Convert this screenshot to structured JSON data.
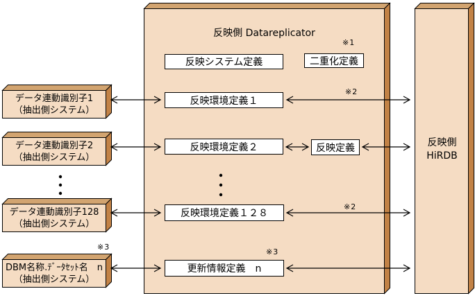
{
  "title": "反映側 Datareplicator",
  "source_boxes": [
    {
      "line1": "データ連動識別子1",
      "line2": "（抽出側システム）"
    },
    {
      "line1": "データ連動識別子2",
      "line2": "（抽出側システム）"
    },
    {
      "line1": "データ連動識別子128",
      "line2": "（抽出側システム）"
    },
    {
      "line1": "DBM名称.ﾃﾞｰﾀｾｯﾄ名　n",
      "line2": "（抽出側システム）"
    }
  ],
  "definitions": {
    "system": "反映システム定義",
    "duplex": "二重化定義",
    "env1": "反映環境定義１",
    "env2": "反映環境定義２",
    "env128": "反映環境定義１２８",
    "update_n": "更新情報定義　n",
    "reflect": "反映定義"
  },
  "target": {
    "line1": "反映側",
    "line2": "HiRDB"
  },
  "notes": {
    "n1": "※1",
    "n2": "※2",
    "n3": "※3"
  },
  "colors": {
    "box_face": "#f5dcc3",
    "box_top": "#d2a470",
    "box_side": "#c28246",
    "border": "#000000",
    "definition_bg": "#ffffff"
  }
}
